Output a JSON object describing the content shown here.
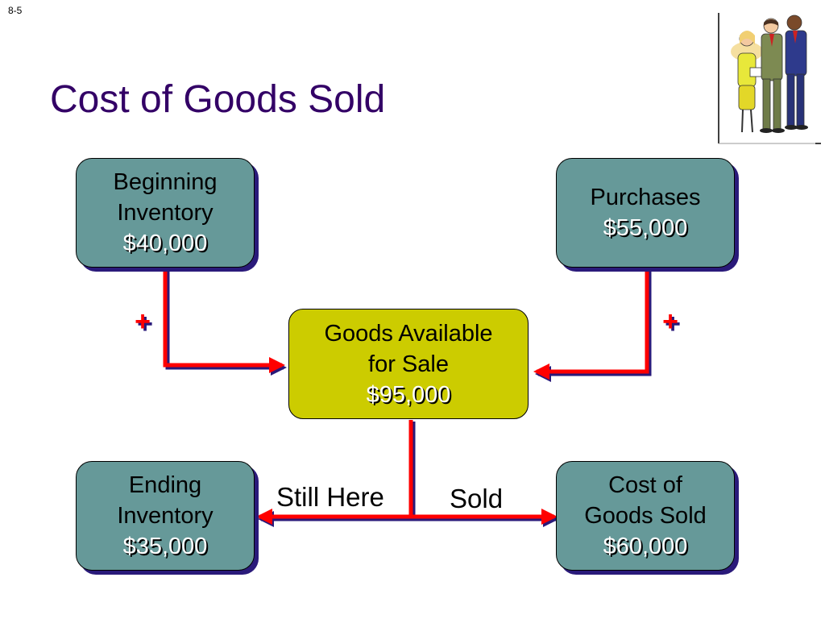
{
  "slide": {
    "number": "8-5",
    "title": "Cost of Goods Sold"
  },
  "boxes": {
    "beginning_inventory": {
      "line1": "Beginning",
      "line2": "Inventory",
      "amount": "$40,000"
    },
    "purchases": {
      "line1": "Purchases",
      "amount": "$55,000"
    },
    "goods_available": {
      "line1": "Goods Available",
      "line2": "for Sale",
      "amount": "$95,000"
    },
    "ending_inventory": {
      "line1": "Ending",
      "line2": "Inventory",
      "amount": "$35,000"
    },
    "cost_of_goods_sold": {
      "line1": "Cost of",
      "line2": "Goods Sold",
      "amount": "$60,000"
    }
  },
  "operators": {
    "left_plus": "+",
    "right_plus": "+"
  },
  "flow_labels": {
    "still_here": "Still Here",
    "sold": "Sold"
  },
  "colors": {
    "title": "#330066",
    "teal_box": "#669999",
    "olive_box": "#cccc00",
    "connector_red": "#ff0000",
    "connector_shadow": "#2a1a7a"
  }
}
